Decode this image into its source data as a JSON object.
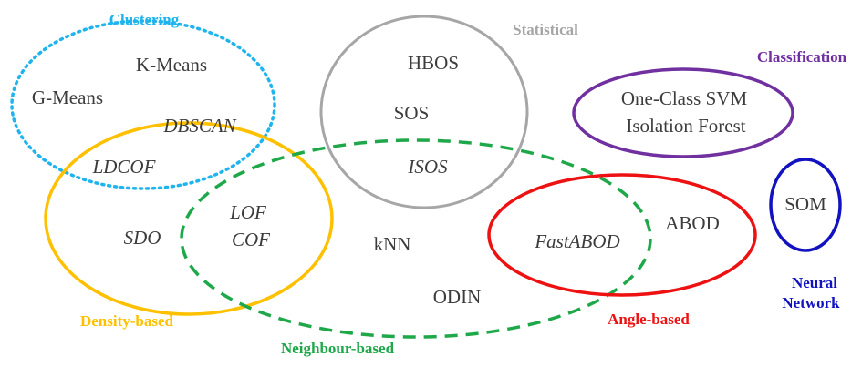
{
  "colors": {
    "clustering": "#1fb4ee",
    "statistical": "#a6a6a6",
    "classification": "#7030a0",
    "density": "#ffc000",
    "neighbour": "#1fa84a",
    "angle": "#ee1111",
    "neural": "#1212c0",
    "text": "#3c3c3c"
  },
  "categories": {
    "clustering": "Clustering",
    "statistical": "Statistical",
    "classification": "Classification",
    "density": "Density-based",
    "neighbour": "Neighbour-based",
    "angle": "Angle-based",
    "neural_line1": "Neural",
    "neural_line2": "Network"
  },
  "algorithms": {
    "kmeans": "K-Means",
    "gmeans": "G-Means",
    "dbscan": "DBSCAN",
    "ldcof": "LDCOF",
    "sdo": "SDO",
    "lof": "LOF",
    "cof": "COF",
    "knn": "kNN",
    "odin": "ODIN",
    "hbos": "HBOS",
    "sos": "SOS",
    "isos": "ISOS",
    "ocsvm": "One-Class SVM",
    "iforest": "Isolation Forest",
    "fastabod": "FastABOD",
    "abod": "ABOD",
    "som": "SOM"
  }
}
